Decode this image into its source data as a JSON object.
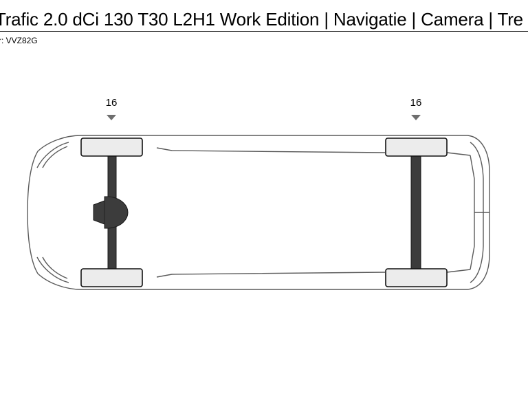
{
  "header": {
    "title": "Trafic 2.0 dCi 130 T30 L2H1 Work Edition | Navigatie | Camera | Tre",
    "subtitle": "r: VVZ82G"
  },
  "axles": {
    "front": {
      "tire_label": "16"
    },
    "rear": {
      "tire_label": "16"
    }
  },
  "colors": {
    "outline": "#5a5a5a",
    "tire_fill": "#ececec",
    "axle_fill": "#3c3c3c",
    "marker": "#6e6e6e"
  }
}
